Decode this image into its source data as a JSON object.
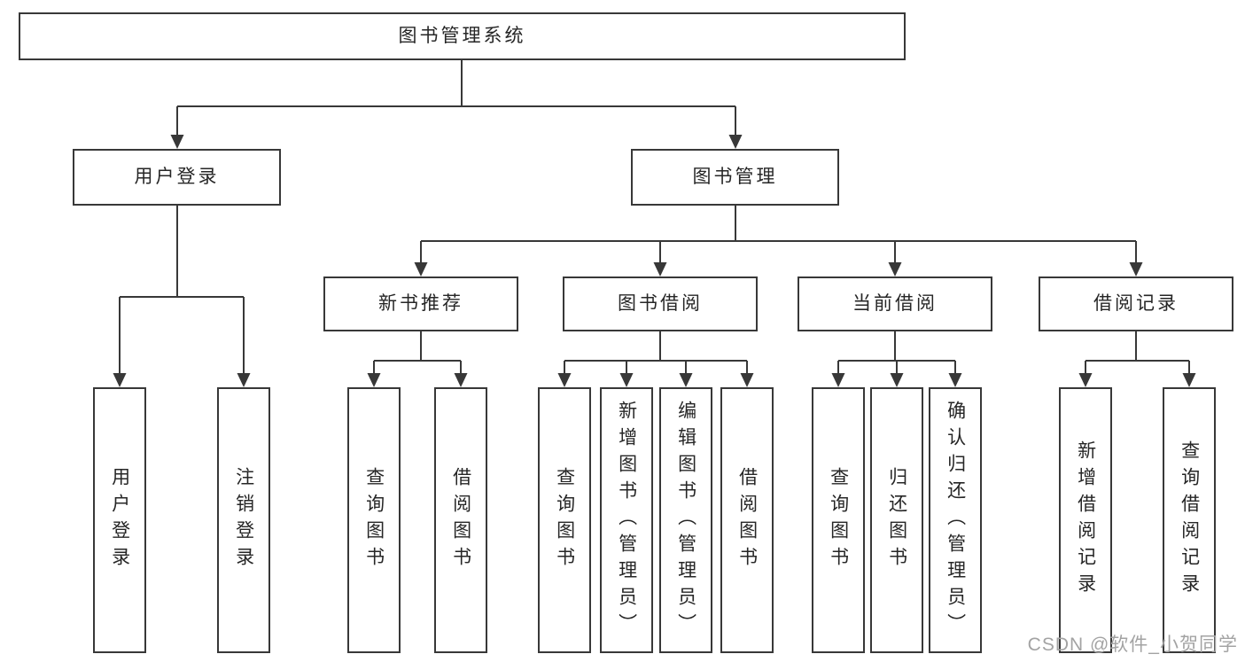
{
  "tree": {
    "label": "图书管理系统",
    "children": [
      {
        "label": "用户登录",
        "children": [
          {
            "label": "用户登录"
          },
          {
            "label": "注销登录"
          }
        ]
      },
      {
        "label": "图书管理",
        "children": [
          {
            "label": "新书推荐",
            "children": [
              {
                "label": "查询图书"
              },
              {
                "label": "借阅图书"
              }
            ]
          },
          {
            "label": "图书借阅",
            "children": [
              {
                "label": "查询图书"
              },
              {
                "label": "新增图书（管理员）"
              },
              {
                "label": "编辑图书（管理员）"
              },
              {
                "label": "借阅图书"
              }
            ]
          },
          {
            "label": "当前借阅",
            "children": [
              {
                "label": "查询图书"
              },
              {
                "label": "归还图书"
              },
              {
                "label": "确认归还（管理员）"
              }
            ]
          },
          {
            "label": "借阅记录",
            "children": [
              {
                "label": "新增借阅记录"
              },
              {
                "label": "查询借阅记录"
              }
            ]
          }
        ]
      }
    ]
  },
  "watermark": {
    "text": "CSDN @软件_小贺同学"
  },
  "colors": {
    "line": "#383838",
    "box_border": "#383838",
    "text": "#262626",
    "background": "#ffffff",
    "watermark": "#a3a3a3"
  }
}
